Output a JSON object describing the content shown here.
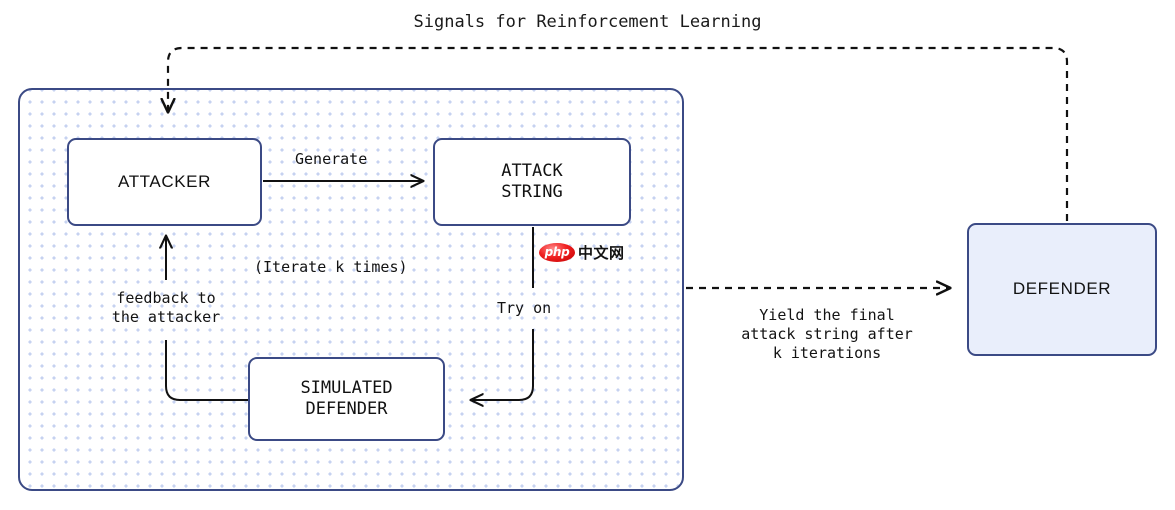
{
  "title": "Signals for Reinforcement Learning",
  "nodes": {
    "attacker": {
      "label": "ATTACKER"
    },
    "attack_string": {
      "label": "ATTACK\nSTRING"
    },
    "simulated_defender": {
      "label": "SIMULATED\nDEFENDER"
    },
    "defender": {
      "label": "DEFENDER"
    }
  },
  "edge_labels": {
    "generate": "Generate",
    "iterate": "(Iterate k times)",
    "feedback": "feedback to\nthe attacker",
    "try_on": "Try on",
    "yield": "Yield the final\nattack string after\nk iterations"
  },
  "watermark": {
    "php": "php",
    "cn": "中文网"
  },
  "colors": {
    "border_blue": "#3b4a85",
    "dot_blue": "#c6d2f0",
    "defender_fill": "#e9eefb",
    "connector_black": "#111111",
    "text_black": "#131313",
    "watermark_red": "#f02020"
  }
}
